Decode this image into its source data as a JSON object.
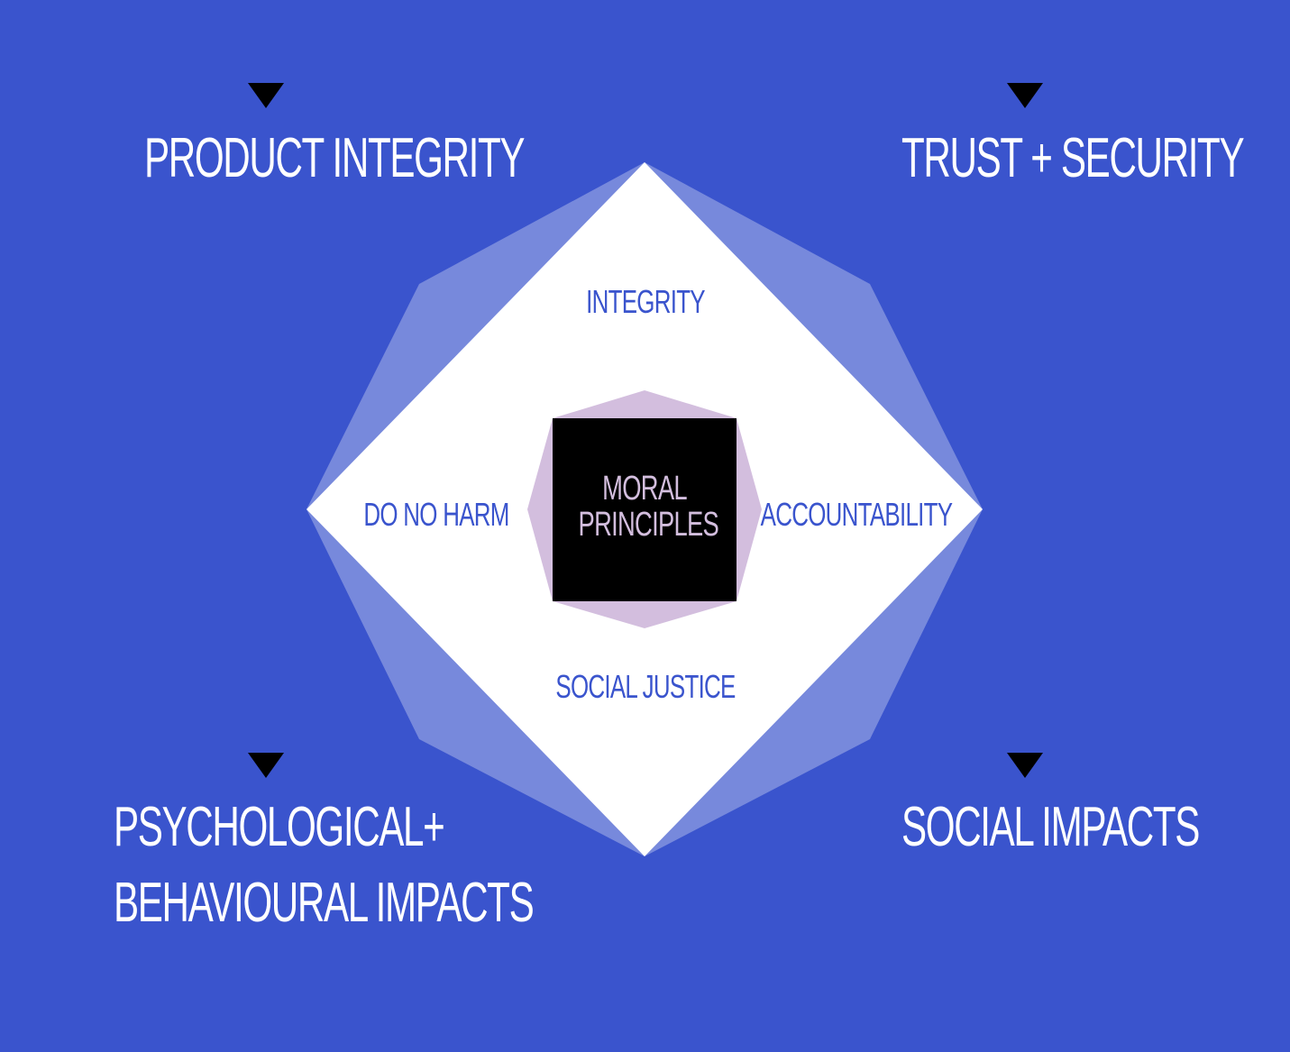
{
  "colors": {
    "background": "#3a54cd",
    "halo": "#7789dc",
    "diamond": "#ffffff",
    "inner_octagon": "#d3bede",
    "core": "#000000",
    "corner_text": "#ffffff",
    "value_text": "#3a54cd",
    "core_text": "#d3bede",
    "marker": "#000000"
  },
  "corners": {
    "top_left": {
      "line1": "PRODUCT INTEGRITY",
      "marker_icon": "triangle-down-icon"
    },
    "top_right": {
      "line1": "TRUST + SECURITY",
      "marker_icon": "triangle-down-icon"
    },
    "bottom_left": {
      "line1": "PSYCHOLOGICAL+",
      "line2": "BEHAVIOURAL IMPACTS",
      "marker_icon": "triangle-down-icon"
    },
    "bottom_right": {
      "line1": "SOCIAL IMPACTS",
      "marker_icon": "triangle-down-icon"
    }
  },
  "values": {
    "top": "INTEGRITY",
    "right": "ACCOUNTABILITY",
    "bottom": "SOCIAL JUSTICE",
    "left": "DO NO HARM"
  },
  "core": {
    "line1": "MORAL",
    "line2": "PRINCIPLES"
  }
}
